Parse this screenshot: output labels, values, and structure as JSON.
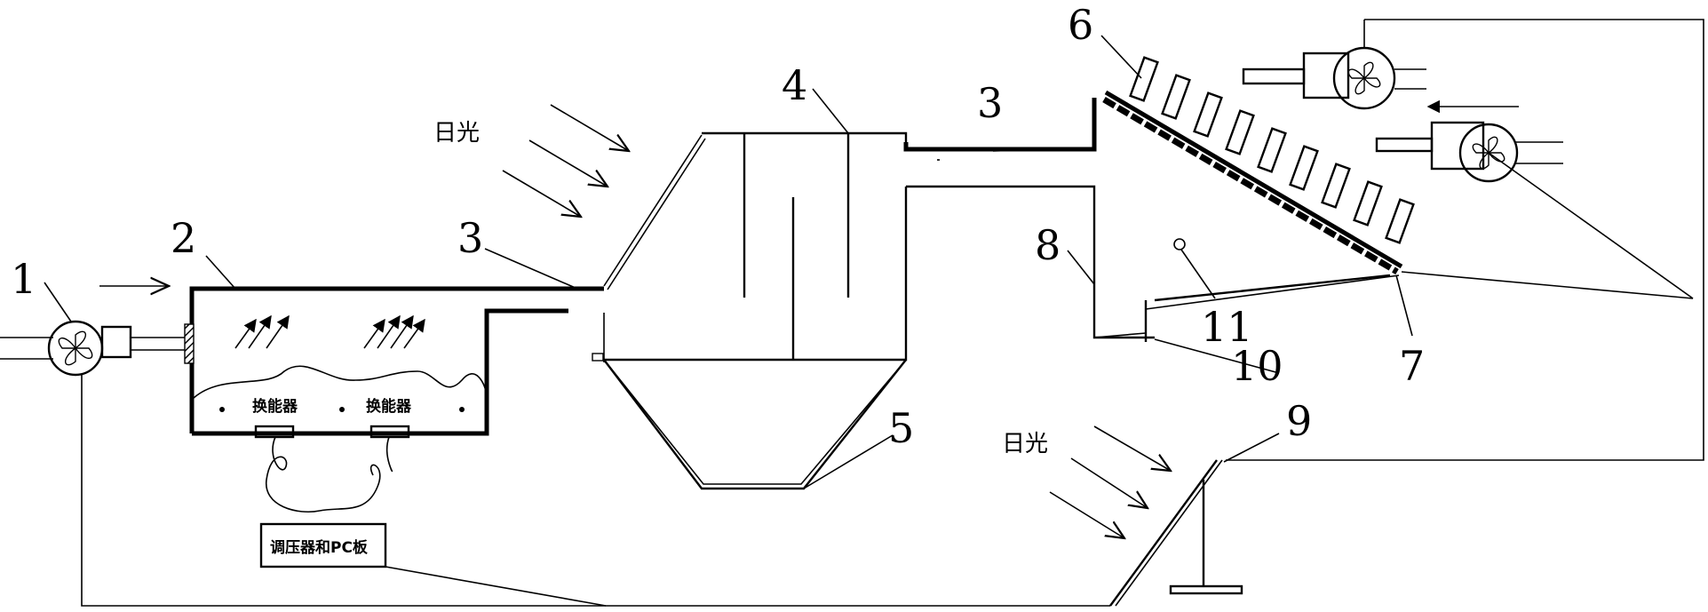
{
  "labels": {
    "n1": "1",
    "n2": "2",
    "n3a": "3",
    "n3b": "3",
    "n4": "4",
    "n5": "5",
    "n6": "6",
    "n7": "7",
    "n8": "8",
    "n9": "9",
    "n10": "10",
    "n11": "11"
  },
  "text": {
    "sunlight_top": "日光",
    "sunlight_bottom": "日光",
    "exchanger_left": "换能器",
    "exchanger_right": "换能器",
    "controller_box": "调压器和PC板"
  }
}
